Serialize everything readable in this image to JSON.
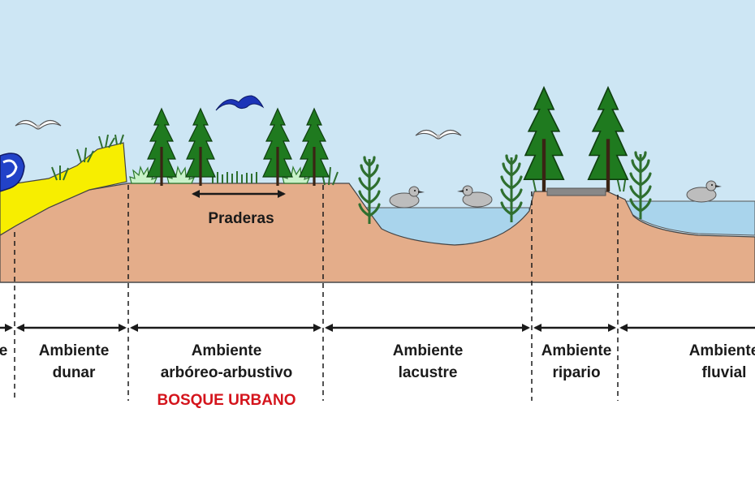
{
  "colors": {
    "sky": "#cde6f4",
    "soil": "#e4ad8a",
    "water": "#a9d4ec",
    "dune": "#f7ee00",
    "tree": "#1f7a1f",
    "highlight": "#d4141c",
    "bird_blue": "#1c34b8"
  },
  "meadow_label": "Praderas",
  "zones": [
    {
      "id": "playa",
      "lines": [
        "e"
      ]
    },
    {
      "id": "dunar",
      "lines": [
        "Ambiente",
        "dunar"
      ]
    },
    {
      "id": "arboreo",
      "lines": [
        "Ambiente",
        "arbóreo-arbustivo"
      ],
      "highlight": "BOSQUE URBANO"
    },
    {
      "id": "lacustre",
      "lines": [
        "Ambiente",
        "lacustre"
      ]
    },
    {
      "id": "ripario",
      "lines": [
        "Ambiente",
        "ripario"
      ]
    },
    {
      "id": "fluvial",
      "lines": [
        "Ambiente",
        "fluvial"
      ]
    }
  ],
  "icons": {
    "gull": "gull-icon",
    "blue_bird": "blue-bird-icon",
    "duck": "duck-icon",
    "tree": "cypress-tree-icon",
    "reed": "reed-plant-icon",
    "shrub": "shrub-icon"
  }
}
